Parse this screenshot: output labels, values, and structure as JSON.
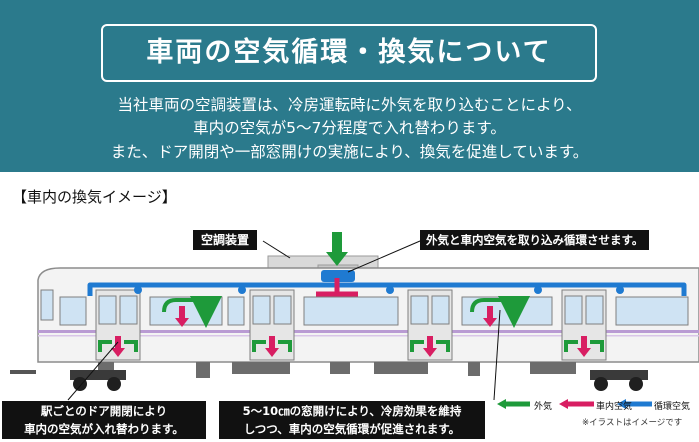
{
  "title": "車両の空気循環・換気について",
  "description": [
    "当社車両の空調装置は、冷房運転時に外気を取り込むことにより、",
    "車内の空気が5～7分程度で入れ替わります。",
    "また、ドア開閉や一部窓開けの実施により、換気を促進しています。"
  ],
  "section_label": "【車内の換気イメージ】",
  "callouts": {
    "ac_unit": "空調装置",
    "intake": "外気と車内空気を取り込み循環させます。",
    "doors": [
      "駅ごとのドア開閉により",
      "車内の空気が入れ替わります。"
    ],
    "windows": [
      "5～10㎝の窓開けにより、冷房効果を維持",
      "しつつ、車内の空気循環が促進されます。"
    ]
  },
  "legend": {
    "items": [
      {
        "label": "外気",
        "color": "#1e9a3a"
      },
      {
        "label": "車内空気",
        "color": "#d81e62"
      },
      {
        "label": "循環空気",
        "color": "#1f7ad1"
      }
    ],
    "note": "※イラストはイメージです"
  },
  "colors": {
    "header_bg": "#2b7a8c",
    "train_stripe": "#b99bd3",
    "train_body": "#f3f3f3"
  }
}
